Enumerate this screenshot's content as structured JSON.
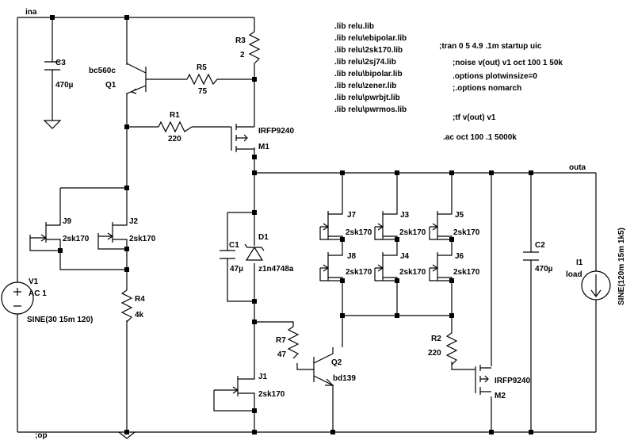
{
  "nets": {
    "ina": "ina",
    "outa": "outa",
    "op": ";op"
  },
  "components": {
    "C3": {
      "ref": "C3",
      "value": "470µ"
    },
    "Q1": {
      "ref": "Q1",
      "value": "bc560c"
    },
    "R5": {
      "ref": "R5",
      "value": "75"
    },
    "R3": {
      "ref": "R3",
      "value": "2"
    },
    "R1": {
      "ref": "R1",
      "value": "220"
    },
    "M1": {
      "ref": "M1",
      "value": "IRFP9240"
    },
    "J9": {
      "ref": "J9",
      "value": "2sk170"
    },
    "J2": {
      "ref": "J2",
      "value": "2sk170"
    },
    "R4": {
      "ref": "R4",
      "value": "4k"
    },
    "V1": {
      "ref": "V1",
      "value": "AC 1",
      "source": "SINE(30 15m 120)"
    },
    "C1": {
      "ref": "C1",
      "value": "47µ"
    },
    "D1": {
      "ref": "D1",
      "value": "z1n4748a"
    },
    "R7": {
      "ref": "R7",
      "value": "47"
    },
    "Q2": {
      "ref": "Q2",
      "value": "bd139"
    },
    "J1": {
      "ref": "J1",
      "value": "2sk170"
    },
    "J7": {
      "ref": "J7",
      "value": "2sk170"
    },
    "J3": {
      "ref": "J3",
      "value": "2sk170"
    },
    "J5": {
      "ref": "J5",
      "value": "2sk170"
    },
    "J8": {
      "ref": "J8",
      "value": "2sk170"
    },
    "J4": {
      "ref": "J4",
      "value": "2sk170"
    },
    "J6": {
      "ref": "J6",
      "value": "2sk170"
    },
    "R2": {
      "ref": "R2",
      "value": "220"
    },
    "M2": {
      "ref": "M2",
      "value": "IRFP9240"
    },
    "C2": {
      "ref": "C2",
      "value": "470µ"
    },
    "I1": {
      "ref": "I1",
      "value": "load",
      "source": "SINE(120m 15m 1k5)"
    }
  },
  "directives": {
    "libs": [
      ".lib relu.lib",
      ".lib relu\\ebipolar.lib",
      ".lib relu\\2sk170.lib",
      ".lib relu\\2sj74.lib",
      ".lib relu\\bipolar.lib",
      ".lib relu\\zener.lib",
      ".lib relu\\pwrbjt.lib",
      ".lib relu\\pwrmos.lib"
    ],
    "tran": ";tran 0 5 4.9 .1m startup uic",
    "noise": ";noise v(out) v1 oct 100 1 50k",
    "plotwinsize": ".options plotwinsize=0",
    "nomarch": ";.options nomarch",
    "tf": ";tf v(out) v1",
    "ac": ".ac oct 100 .1 5000k"
  }
}
